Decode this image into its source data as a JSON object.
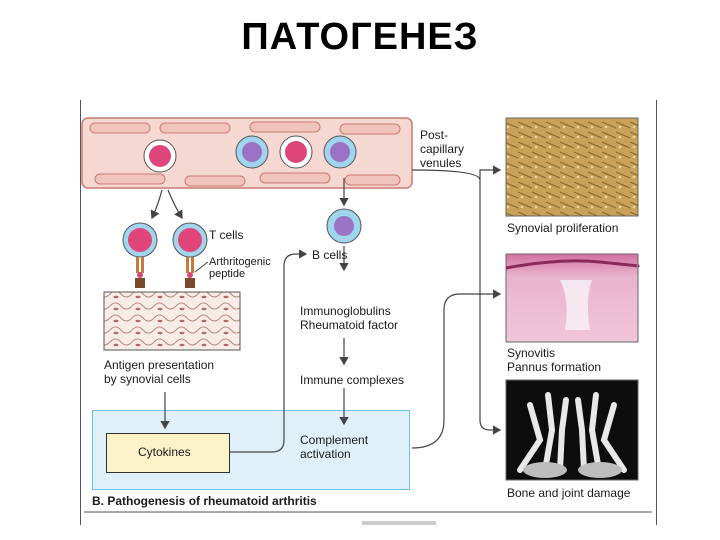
{
  "title": "ПАТОГЕНЕЗ",
  "labels": {
    "post_capillary_line1": "Post-",
    "post_capillary_line2": "capillary",
    "post_capillary_line3": "venules",
    "t_cells": "T cells",
    "arthritogenic_line1": "Arthritogenic",
    "arthritogenic_line2": "peptide",
    "b_cells": "B cells",
    "immunoglobulins": "Immunoglobulins",
    "rheumatoid_factor": "Rheumatoid factor",
    "antigen_line1": "Antigen presentation",
    "antigen_line2": "by synovial cells",
    "immune_complexes": "Immune complexes",
    "cytokines": "Cytokines",
    "complement_line1": "Complement",
    "complement_line2": "activation",
    "synovial_proliferation": "Synovial proliferation",
    "synovitis": "Synovitis",
    "pannus_formation": "Pannus formation",
    "bone_joint_damage": "Bone and joint damage",
    "caption": "B. Pathogenesis of rheumatoid arthritis"
  },
  "colors": {
    "vessel": "#f6d8d2",
    "vessel_border": "#c97a70",
    "t_cell": "#e0457a",
    "t_cell_ring": "#9fd6ee",
    "b_cell": "#9b73c4",
    "cytokine_box": "#fbf2c8",
    "panel": "#dff0f8",
    "arrow": "#444444"
  }
}
